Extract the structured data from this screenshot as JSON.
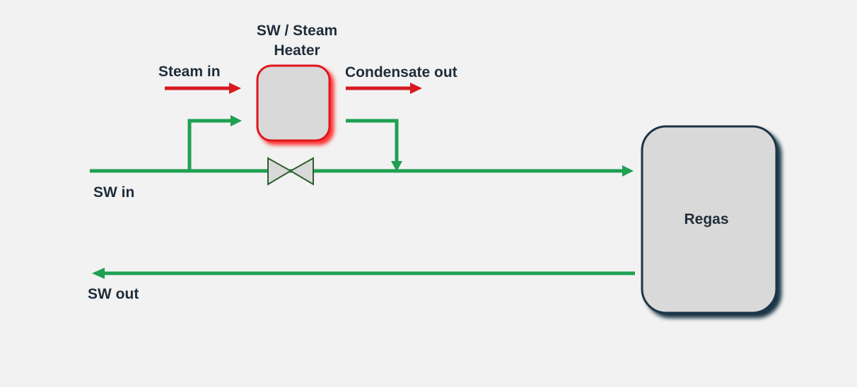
{
  "labels": {
    "heater_title_line1": "SW / Steam",
    "heater_title_line2": "Heater",
    "steam_in": "Steam in",
    "condensate_out": "Condensate out",
    "sw_in": "SW in",
    "sw_out": "SW out",
    "regas": "Regas"
  },
  "colors": {
    "background": "#f2f2f2",
    "sw_line": "#1fa052",
    "steam_line": "#d71920",
    "heater_border": "#e0151b",
    "regas_border": "#1b3447",
    "box_fill": "#d9d9d9",
    "text": "#1f2d3a"
  }
}
